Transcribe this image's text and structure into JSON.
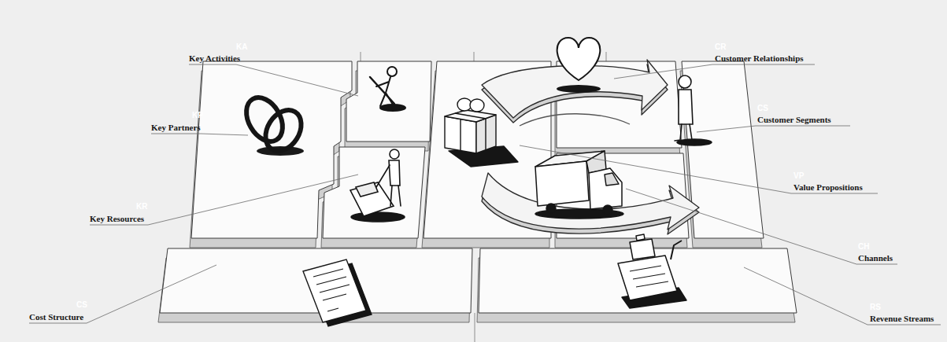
{
  "diagram": {
    "labels": [
      "KA",
      "Key Activities",
      "CR",
      "Customer Relationships",
      "KP",
      "Key Partners",
      "CS",
      "Customer Segments",
      "VP",
      "Value Propositions",
      "KR",
      "Key Resources",
      "CH",
      "Channels",
      "CS",
      "Cost Structure",
      "RS",
      "Revenue Streams"
    ]
  }
}
